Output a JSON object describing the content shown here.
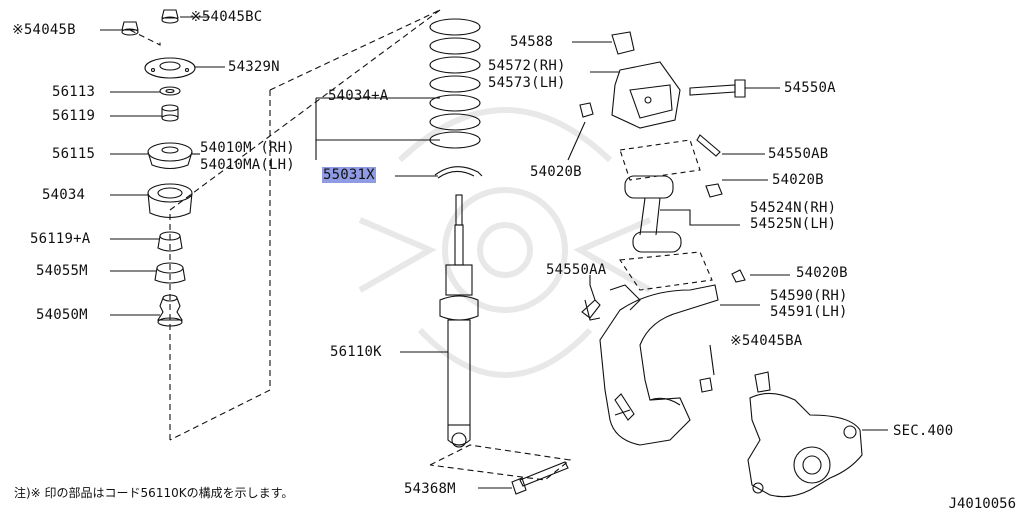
{
  "labels": {
    "p54045B": "※54045B",
    "p54045BC": "※54045BC",
    "p54329N": "54329N",
    "p56113": "56113",
    "p56119": "56119",
    "p56115": "56115",
    "p54010M": "54010M (RH)",
    "p54010MA": "54010MA(LH)",
    "p54034": "54034",
    "p56119A": "56119+A",
    "p54055M": "54055M",
    "p54050M": "54050M",
    "p54034A": "54034+A",
    "p55031X": "55031X",
    "p56110K": "56110K",
    "p54368M": "54368M",
    "p54588": "54588",
    "p54572": "54572(RH)",
    "p54573": "54573(LH)",
    "p54550A": "54550A",
    "p54020B_1": "54020B",
    "p54550AB": "54550AB",
    "p54020B_2": "54020B",
    "p54524N": "54524N(RH)",
    "p54525N": "54525N(LH)",
    "p54550AA": "54550AA",
    "p54020B_3": "54020B",
    "p54590": "54590(RH)",
    "p54591": "54591(LH)",
    "p54045BA": "※54045BA",
    "pSEC400": "SEC.400"
  },
  "footnote": "注)※ 印の部品はコード56110Kの構成を示します。",
  "drawing_code": "J4010056",
  "colors": {
    "line": "#111111",
    "highlight": "#8f9be3",
    "watermark": "#e9e9e9"
  }
}
